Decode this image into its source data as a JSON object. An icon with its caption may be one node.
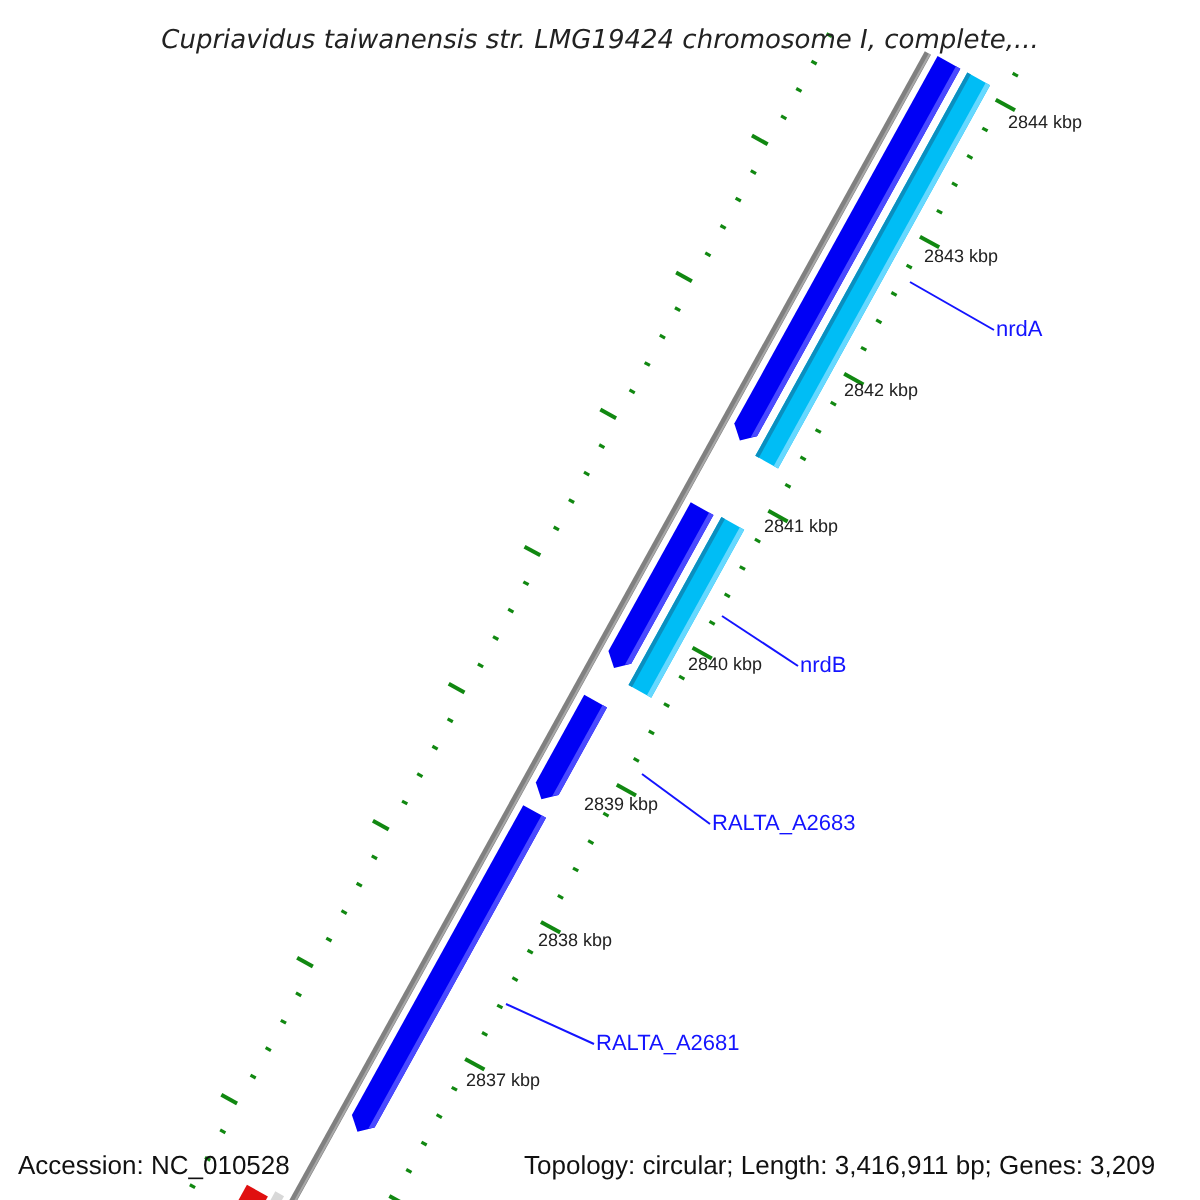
{
  "diagram": {
    "title": "Cupriavidus taiwanensis str. LMG19424 chromosome I, complete,...",
    "nodes": [
      {
        "text": [
          "nrdA"
        ]
      },
      {
        "text": [
          "nrdB"
        ]
      },
      {
        "text": [
          "RALTA_A2683"
        ]
      },
      {
        "text": [
          "RALTA_A2681"
        ]
      }
    ],
    "edges": [
      {
        "from": 0,
        "to": null,
        "arrow": "none"
      },
      {
        "from": 1,
        "to": null,
        "arrow": "none"
      },
      {
        "from": 2,
        "to": null,
        "arrow": "none"
      },
      {
        "from": 3,
        "to": null,
        "arrow": "none"
      }
    ],
    "labels": [
      "2844 kbp",
      "2843 kbp",
      "2842 kbp",
      "2841 kbp",
      "2840 kbp",
      "2839 kbp",
      "2838 kbp",
      "2837 kbp",
      "Accession: NC_010528",
      "Topology: circular; Length: 3,416,911 bp; Genes: 3,209"
    ]
  }
}
